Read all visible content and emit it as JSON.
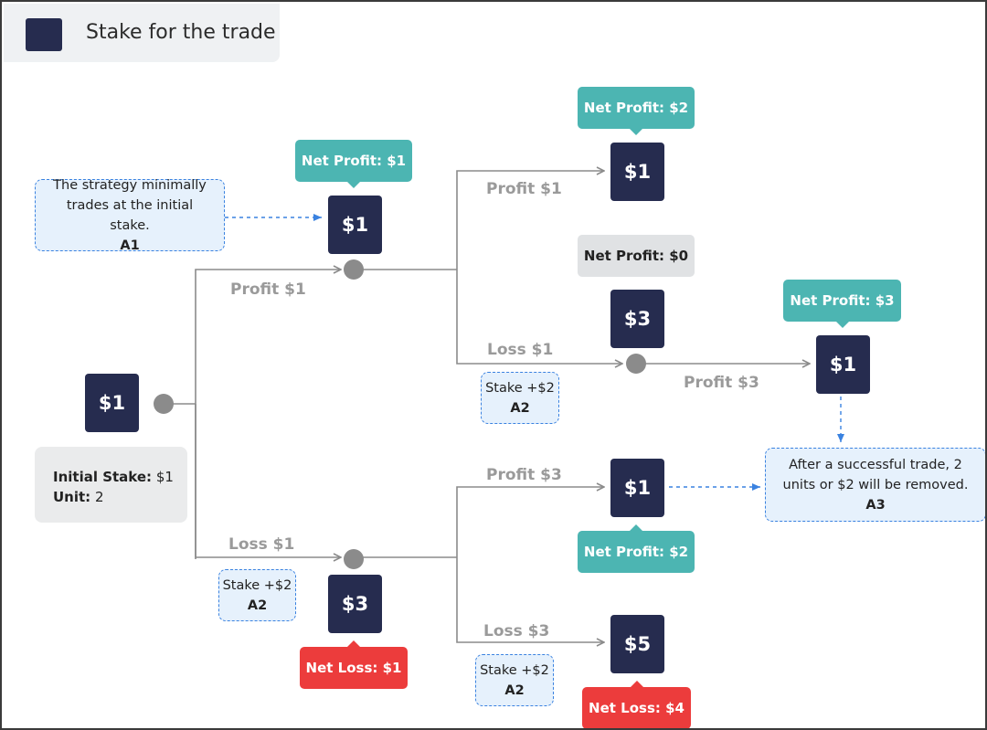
{
  "legend": {
    "label": "Stake for the trade",
    "color": "#262c4f"
  },
  "colors": {
    "profit": "#4cb5b2",
    "loss": "#ec3c3c",
    "neutral": "#e0e2e4",
    "note_border": "#3a82e0"
  },
  "info": {
    "stake_key": "Initial Stake:",
    "stake_value": "$1",
    "unit_key": "Unit:",
    "unit_value": "2"
  },
  "stakes": {
    "root": "$1",
    "l1_top": "$1",
    "l1_bottom": "$3",
    "l2_top_win": "$1",
    "l2_top_loss": "$3",
    "l3_win": "$1",
    "l2_bottom_win": "$1",
    "l2_bottom_loss": "$5"
  },
  "badges": {
    "l1_top": "Net Profit: $1",
    "l2_top_win": "Net Profit: $2",
    "l2_top_loss": "Net Profit: $0",
    "l3_win": "Net Profit: $3",
    "l2_bottom_win": "Net Profit: $2",
    "l1_bottom": "Net Loss: $1",
    "l2_bottom_loss": "Net Loss: $4"
  },
  "edges": {
    "root_profit": "Profit $1",
    "root_loss": "Loss $1",
    "top_profit": "Profit $1",
    "top_loss": "Loss $1",
    "mid_profit": "Profit $3",
    "bottom_profit": "Profit $3",
    "bottom_loss": "Loss $3"
  },
  "notes": {
    "a1_text": "The strategy minimally trades at the initial stake.",
    "a1_tag": "A1",
    "a2_text": "Stake +$2",
    "a2_tag": "A2",
    "a3_text": "After a successful trade, 2 units or $2 will be removed.",
    "a3_tag": "A3"
  }
}
